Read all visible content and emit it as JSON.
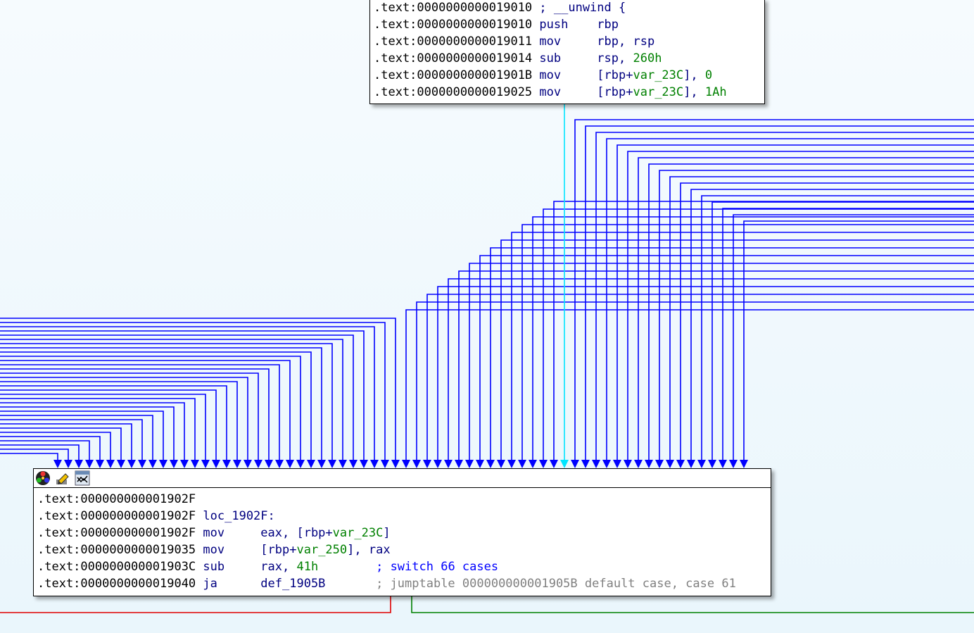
{
  "top_block": {
    "lines": [
      {
        "addr": ".text:0000000000019010 ",
        "mnem": "",
        "ops": [
          {
            "t": "; __unwind {",
            "c": "kw"
          }
        ]
      },
      {
        "addr": ".text:0000000000019010 ",
        "mnem": "push    ",
        "ops": [
          {
            "t": "rbp",
            "c": "kw"
          }
        ]
      },
      {
        "addr": ".text:0000000000019011 ",
        "mnem": "mov     ",
        "ops": [
          {
            "t": "rbp, rsp",
            "c": "kw"
          }
        ]
      },
      {
        "addr": ".text:0000000000019014 ",
        "mnem": "sub     ",
        "ops": [
          {
            "t": "rsp, ",
            "c": "kw"
          },
          {
            "t": "260h",
            "c": "num"
          }
        ]
      },
      {
        "addr": ".text:000000000001901B ",
        "mnem": "mov     ",
        "ops": [
          {
            "t": "[rbp+",
            "c": "kw"
          },
          {
            "t": "var_23C",
            "c": "var"
          },
          {
            "t": "], ",
            "c": "kw"
          },
          {
            "t": "0",
            "c": "num"
          }
        ]
      },
      {
        "addr": ".text:0000000000019025 ",
        "mnem": "mov     ",
        "ops": [
          {
            "t": "[rbp+",
            "c": "kw"
          },
          {
            "t": "var_23C",
            "c": "var"
          },
          {
            "t": "], ",
            "c": "kw"
          },
          {
            "t": "1Ah",
            "c": "num"
          }
        ]
      }
    ]
  },
  "bottom_block": {
    "toolbar_icons": [
      "color-palette-icon",
      "rename-pencil-icon",
      "switch-graph-icon"
    ],
    "lines": [
      {
        "addr": ".text:000000000001902F",
        "mnem": "",
        "ops": []
      },
      {
        "addr": ".text:000000000001902F ",
        "mnem": "",
        "ops": [
          {
            "t": "loc_1902F:",
            "c": "kw"
          }
        ]
      },
      {
        "addr": ".text:000000000001902F ",
        "mnem": "mov     ",
        "ops": [
          {
            "t": "eax, [rbp+",
            "c": "kw"
          },
          {
            "t": "var_23C",
            "c": "var"
          },
          {
            "t": "]",
            "c": "kw"
          }
        ]
      },
      {
        "addr": ".text:0000000000019035 ",
        "mnem": "mov     ",
        "ops": [
          {
            "t": "[rbp+",
            "c": "kw"
          },
          {
            "t": "var_250",
            "c": "var"
          },
          {
            "t": "], rax",
            "c": "kw"
          }
        ]
      },
      {
        "addr": ".text:000000000001903C ",
        "mnem": "sub     ",
        "ops": [
          {
            "t": "rax, ",
            "c": "kw"
          },
          {
            "t": "41h",
            "c": "num"
          },
          {
            "t": "        ",
            "c": "kw"
          },
          {
            "t": "; switch 66 cases",
            "c": "cmt-blue"
          }
        ]
      },
      {
        "addr": ".text:0000000000019040 ",
        "mnem": "ja      ",
        "ops": [
          {
            "t": "def_1905B",
            "c": "kw"
          },
          {
            "t": "       ",
            "c": "kw"
          },
          {
            "t": "; jumptable 000000000001905B default case, case 61",
            "c": "cmt"
          }
        ]
      }
    ]
  },
  "colors": {
    "edge_case": "#0000ff",
    "edge_fallthrough": "#00e5ff",
    "edge_false": "#e00000",
    "edge_true": "#008000"
  }
}
